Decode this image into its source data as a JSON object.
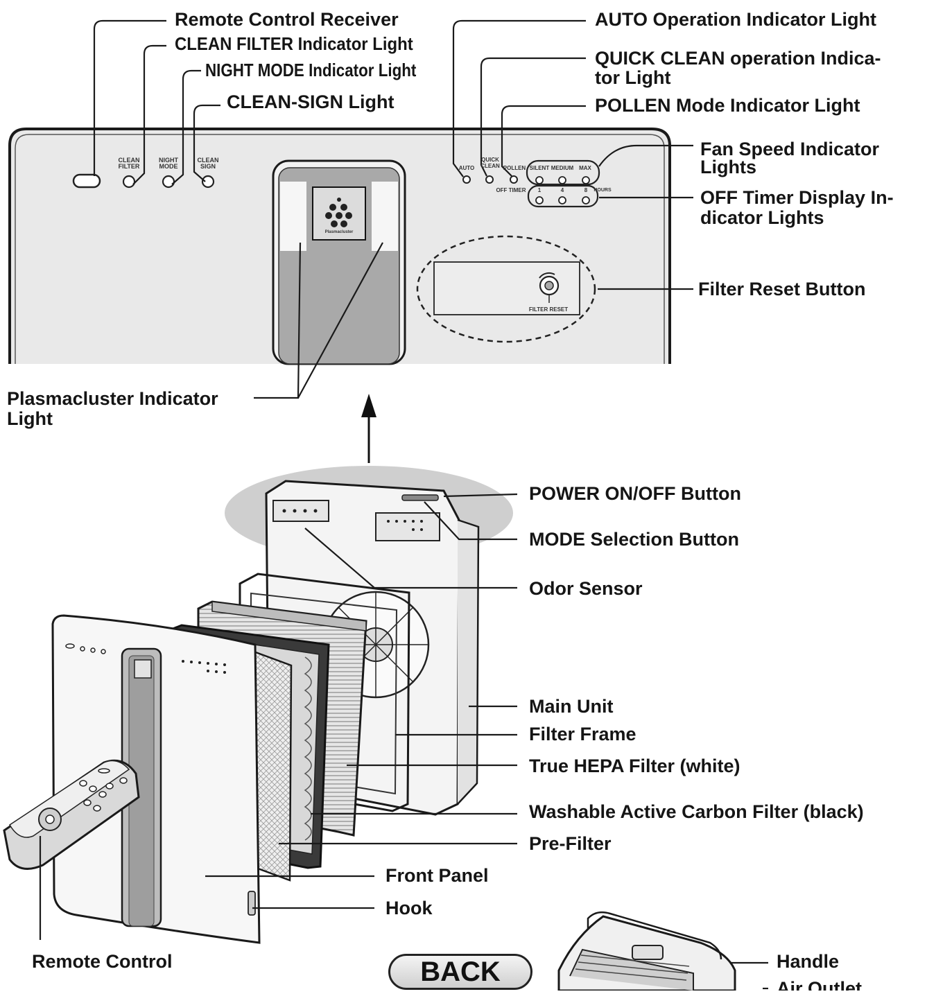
{
  "labels": {
    "remote_control_receiver": "Remote Control Receiver",
    "clean_filter_light": "CLEAN FILTER Indicator Light",
    "night_mode_light": "NIGHT MODE Indicator Light",
    "clean_sign_light": "CLEAN-SIGN Light",
    "auto_light": "AUTO Operation Indicator Light",
    "quick_clean_light": "QUICK CLEAN operation Indica-\ntor Light",
    "pollen_light": "POLLEN Mode Indicator Light",
    "fan_speed_lights": "Fan Speed Indicator\nLights",
    "off_timer_lights": "OFF Timer Display In-\ndicator Lights",
    "filter_reset_button": "Filter Reset Button",
    "plasmacluster_light": "Plasmacluster Indicator\nLight",
    "power_button": "POWER ON/OFF Button",
    "mode_button": "MODE Selection Button",
    "odor_sensor": "Odor Sensor",
    "main_unit": "Main Unit",
    "filter_frame": "Filter Frame",
    "hepa_filter": "True HEPA Filter (white)",
    "carbon_filter": "Washable Active Carbon Filter (black)",
    "pre_filter": "Pre-Filter",
    "front_panel": "Front Panel",
    "hook": "Hook",
    "remote_control": "Remote Control",
    "handle": "Handle",
    "air_outlet": "Air Outlet"
  },
  "panel_text": {
    "clean_filter": "CLEAN\nFILTER",
    "night_mode": "NIGHT\nMODE",
    "clean_sign": "CLEAN\nSIGN",
    "auto": "AUTO",
    "quick_clean": "QUICK\nCLEAN",
    "pollen": "POLLEN",
    "silent": "SILENT",
    "medium": "MEDIUM",
    "max": "MAX",
    "off_timer": "OFF TIMER",
    "timer_1": "1",
    "timer_4": "4",
    "timer_8": "8",
    "hours": "HOURS",
    "filter_reset": "FILTER RESET",
    "plasmacluster": "Plasmacluster"
  },
  "back_button": "BACK"
}
